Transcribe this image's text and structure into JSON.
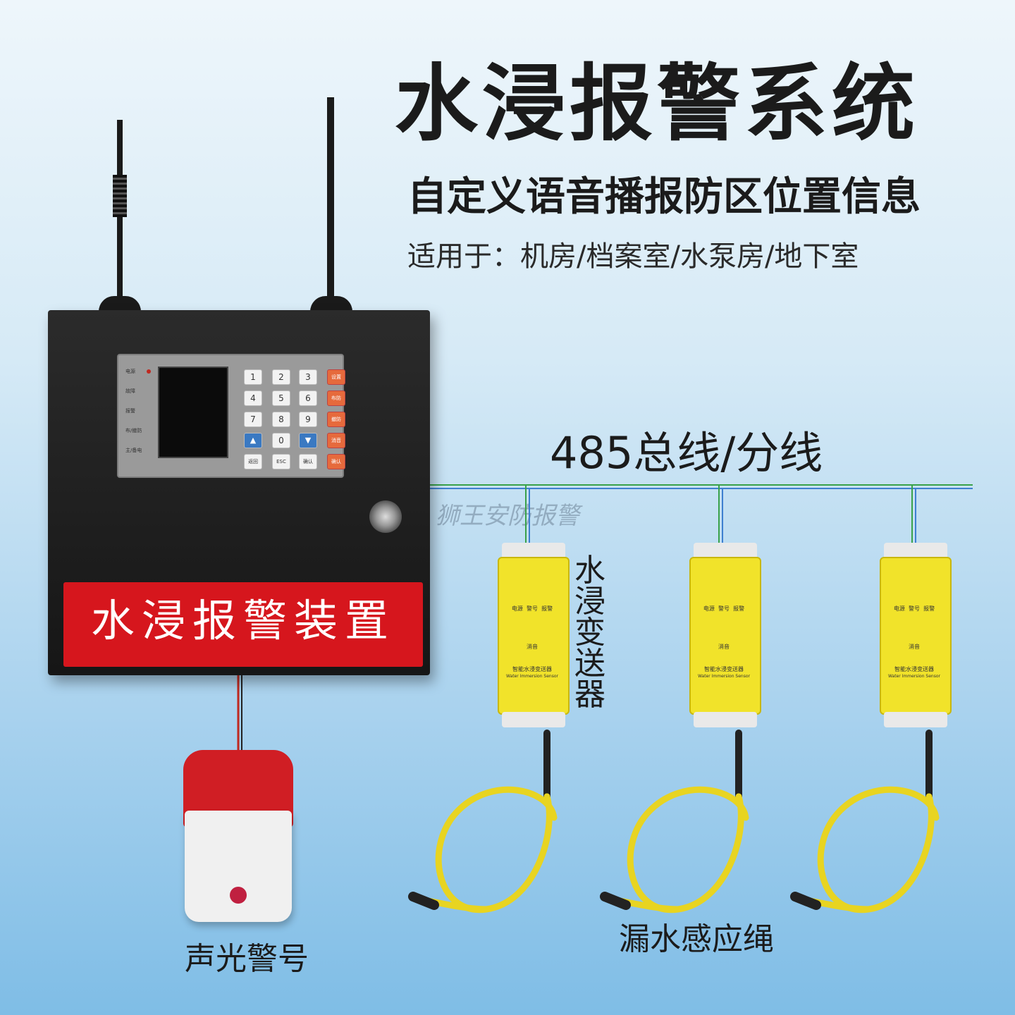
{
  "title": "水浸报警系统",
  "subtitle": "自定义语音播报防区位置信息",
  "usage": "适用于：机房/档案室/水泵房/地下室",
  "bus_label": "485总线/分线",
  "watermark": "狮王安防报警",
  "panel": {
    "plate_text": "水浸报警装置",
    "leds": [
      "电源",
      "故障",
      "报警",
      "布/撤防",
      "主/备电"
    ],
    "keys": [
      "1",
      "2",
      "3",
      "4",
      "5",
      "6",
      "7",
      "8",
      "9",
      "▲",
      "0",
      "▼"
    ],
    "func_keys": [
      "设置",
      "布防",
      "撤防",
      "消音",
      "确认"
    ],
    "bottom_keys": [
      "返回",
      "ESC",
      "确认"
    ]
  },
  "sensor_label": "水浸变送器",
  "sensor": {
    "leds": [
      "电源",
      "警号",
      "报警"
    ],
    "mute": "消音",
    "name_cn": "智能水浸变送器",
    "name_en": "Water Immersion Sensor"
  },
  "rope_label": "漏水感应绳",
  "siren_label": "声光警号",
  "colors": {
    "panel": "#1f1f1f",
    "plate": "#d6161d",
    "sensor": "#f1e32a",
    "bus_blue": "#3f7fd0",
    "bus_green": "#3aa24a"
  }
}
